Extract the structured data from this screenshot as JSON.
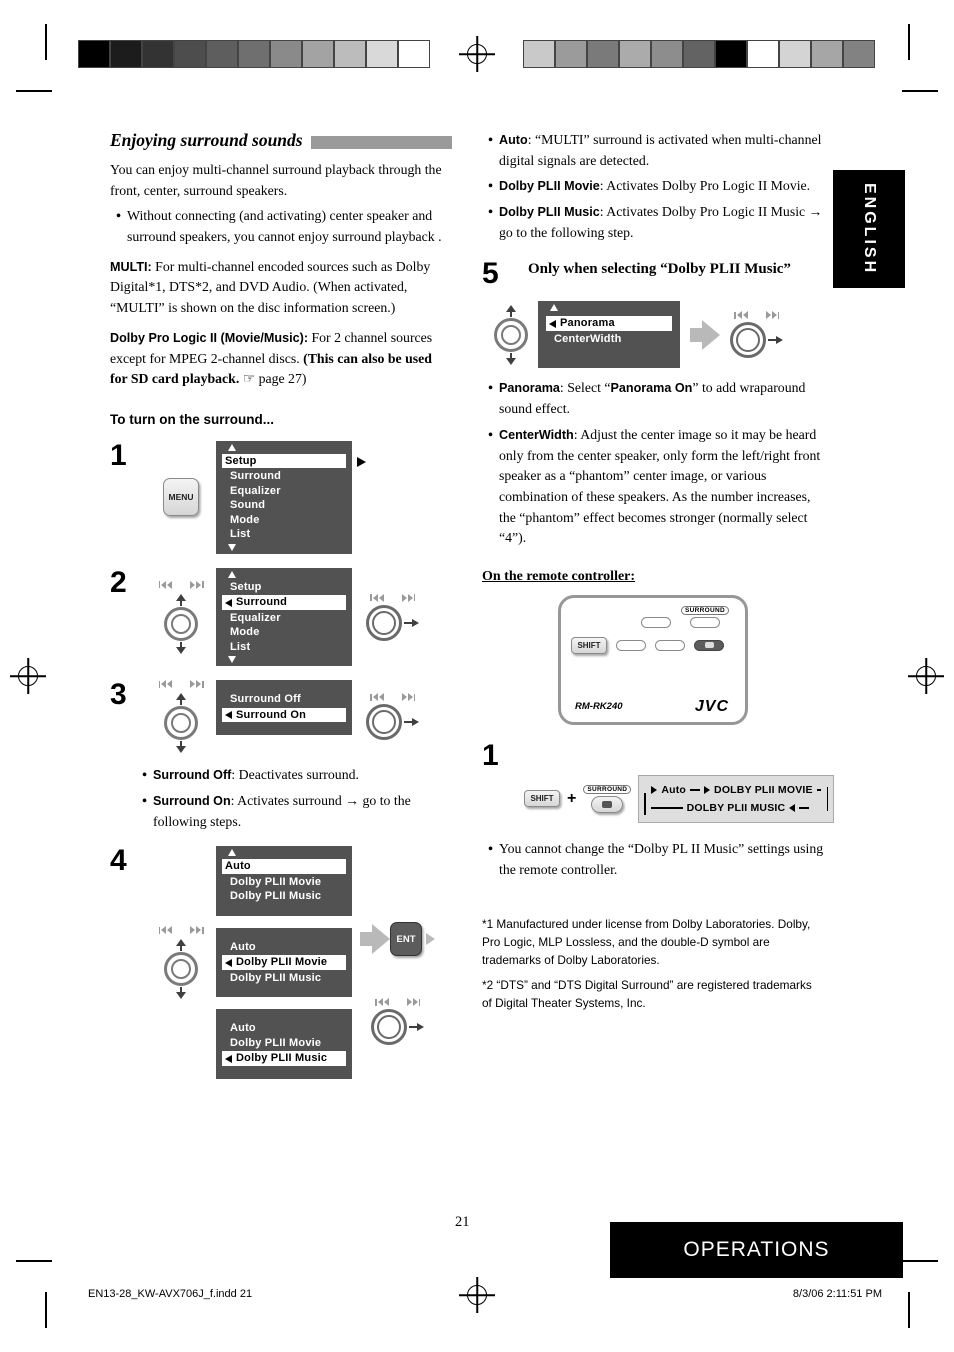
{
  "print_marks": {
    "left_bar": [
      "#000000",
      "#1c1c1c",
      "#333333",
      "#4d4d4d",
      "#5e5e5e",
      "#6f6f6f",
      "#8a8a8a",
      "#a3a3a3",
      "#bcbcbc",
      "#d9d9d9",
      "#ffffff"
    ],
    "right_bar": [
      "#c9c9c9",
      "#9b9b9b",
      "#7a7a7a",
      "#ababab",
      "#8d8d8d",
      "#636363",
      "#000000",
      "#ffffff",
      "#d4d4d4",
      "#a6a6a6",
      "#828282"
    ]
  },
  "side_tab": "ENGLISH",
  "banner": "OPERATIONS",
  "page_number": "21",
  "footer": {
    "left": "EN13-28_KW-AVX706J_f.indd   21",
    "right": "8/3/06   2:11:51 PM"
  },
  "left": {
    "heading": "Enjoying surround sounds",
    "intro": "You can enjoy multi-channel surround playback through the front, center, surround speakers.",
    "intro_bullet": "Without connecting (and activating) center speaker and surround speakers, you cannot enjoy surround playback .",
    "multi": {
      "bold": "MULTI:",
      "text": " For multi-channel encoded sources such as Dolby Digital*1, DTS*2, and DVD Audio. (When activated, “MULTI” is shown on the disc information screen.)"
    },
    "plii": {
      "bold": "Dolby Pro Logic II (Movie/Music):",
      "text": " For 2 channel sources except for MPEG 2-channel discs. ",
      "bold2": "(This can also be used for SD card playback.",
      "text2": " ☞ page 27)"
    },
    "subhead": "To turn on the surround...",
    "step1": {
      "num": "1",
      "key": "MENU",
      "items": [
        "Setup",
        "Surround",
        "Equalizer",
        "Sound",
        "Mode",
        "List"
      ]
    },
    "step2": {
      "num": "2",
      "items": [
        "Setup",
        "Surround",
        "Equalizer",
        "Mode",
        "List"
      ]
    },
    "step3": {
      "num": "3",
      "items": [
        "Surround Off",
        "Surround On"
      ]
    },
    "surround_off": {
      "bold": "Surround Off",
      "text": ": Deactivates surround."
    },
    "surround_on": {
      "bold": "Surround On",
      "text": ": Activates surround → go to the following steps."
    },
    "step4": {
      "num": "4",
      "key": "ENT",
      "items": [
        "Auto",
        "Dolby PLII Movie",
        "Dolby PLII Music"
      ]
    }
  },
  "right": {
    "bullets": [
      {
        "bold": "Auto",
        "text": ": “MULTI” surround is activated when multi-channel digital signals are detected."
      },
      {
        "bold": "Dolby PLII Movie",
        "text": ": Activates Dolby Pro Logic II Movie."
      },
      {
        "bold": "Dolby PLII Music",
        "text": ": Activates Dolby Pro Logic II Music → go to the following step."
      }
    ],
    "step5": {
      "num": "5",
      "title": "Only when selecting “Dolby PLII Music”",
      "items": [
        "Panorama",
        "CenterWidth"
      ]
    },
    "panorama": {
      "bold": "Panorama",
      "text": ": Select “",
      "bold2": "Panorama On",
      "text2": "” to add wraparound sound effect."
    },
    "centerwidth": {
      "bold": "CenterWidth",
      "text": ": Adjust the center image so it may be heard only from the center speaker, only form the left/right front speaker as a “phantom” center image, or various combination of these speakers. As the number increases, the “phantom” effect becomes stronger (normally select “4”)."
    },
    "remote_heading": "On the remote controller:",
    "remote": {
      "model": "RM-RK240",
      "brand": "JVC",
      "shift": "SHIFT",
      "surround": "SURROUND"
    },
    "remote_step": {
      "num": "1",
      "shift": "SHIFT",
      "plus": "+",
      "surround": "SURROUND",
      "cycle": [
        "Auto",
        "DOLBY PLII MOVIE",
        "DOLBY PLII MUSIC"
      ]
    },
    "remote_note": "You cannot change the “Dolby PL II Music” settings using the remote controller.",
    "footnote1": "*1 Manufactured under license from Dolby Laboratories. Dolby, Pro Logic, MLP Lossless, and the double-D symbol are trademarks of Dolby Laboratories.",
    "footnote2": "*2 “DTS” and “DTS Digital Surround” are registered trademarks of Digital Theater Systems, Inc."
  }
}
